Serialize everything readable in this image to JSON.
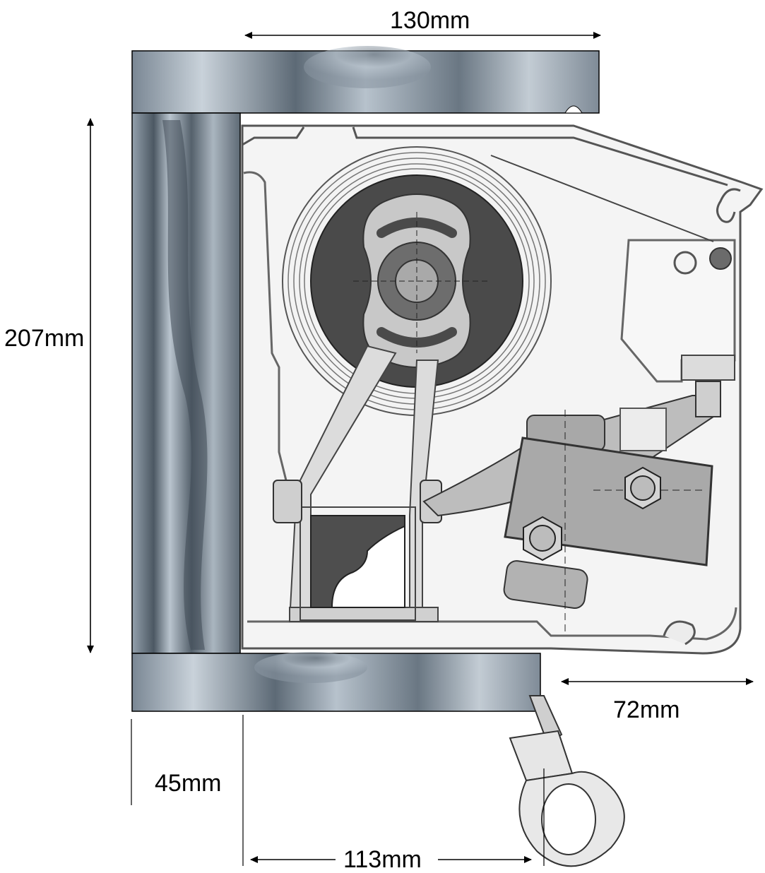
{
  "dimensions": {
    "width_top": "130mm",
    "height_left": "207mm",
    "projection_right": "72mm",
    "bracket_depth": "45mm",
    "bottom_offset": "113mm"
  },
  "colors": {
    "steel_dark": "#4f5b66",
    "steel_mid": "#8795a2",
    "steel_light": "#c7d0d8",
    "cassette_fill": "#efefef",
    "cassette_stroke": "#555555",
    "roller_dark": "#4a4a4a",
    "roller_mid": "#9a9a9a",
    "fabric_rings": "#dcdcdc",
    "block_fill": "#a3a3a3",
    "line": "#000000"
  },
  "icons": {
    "eyelet": "crank-eyelet-icon",
    "bolt": "hex-bolt-icon"
  }
}
